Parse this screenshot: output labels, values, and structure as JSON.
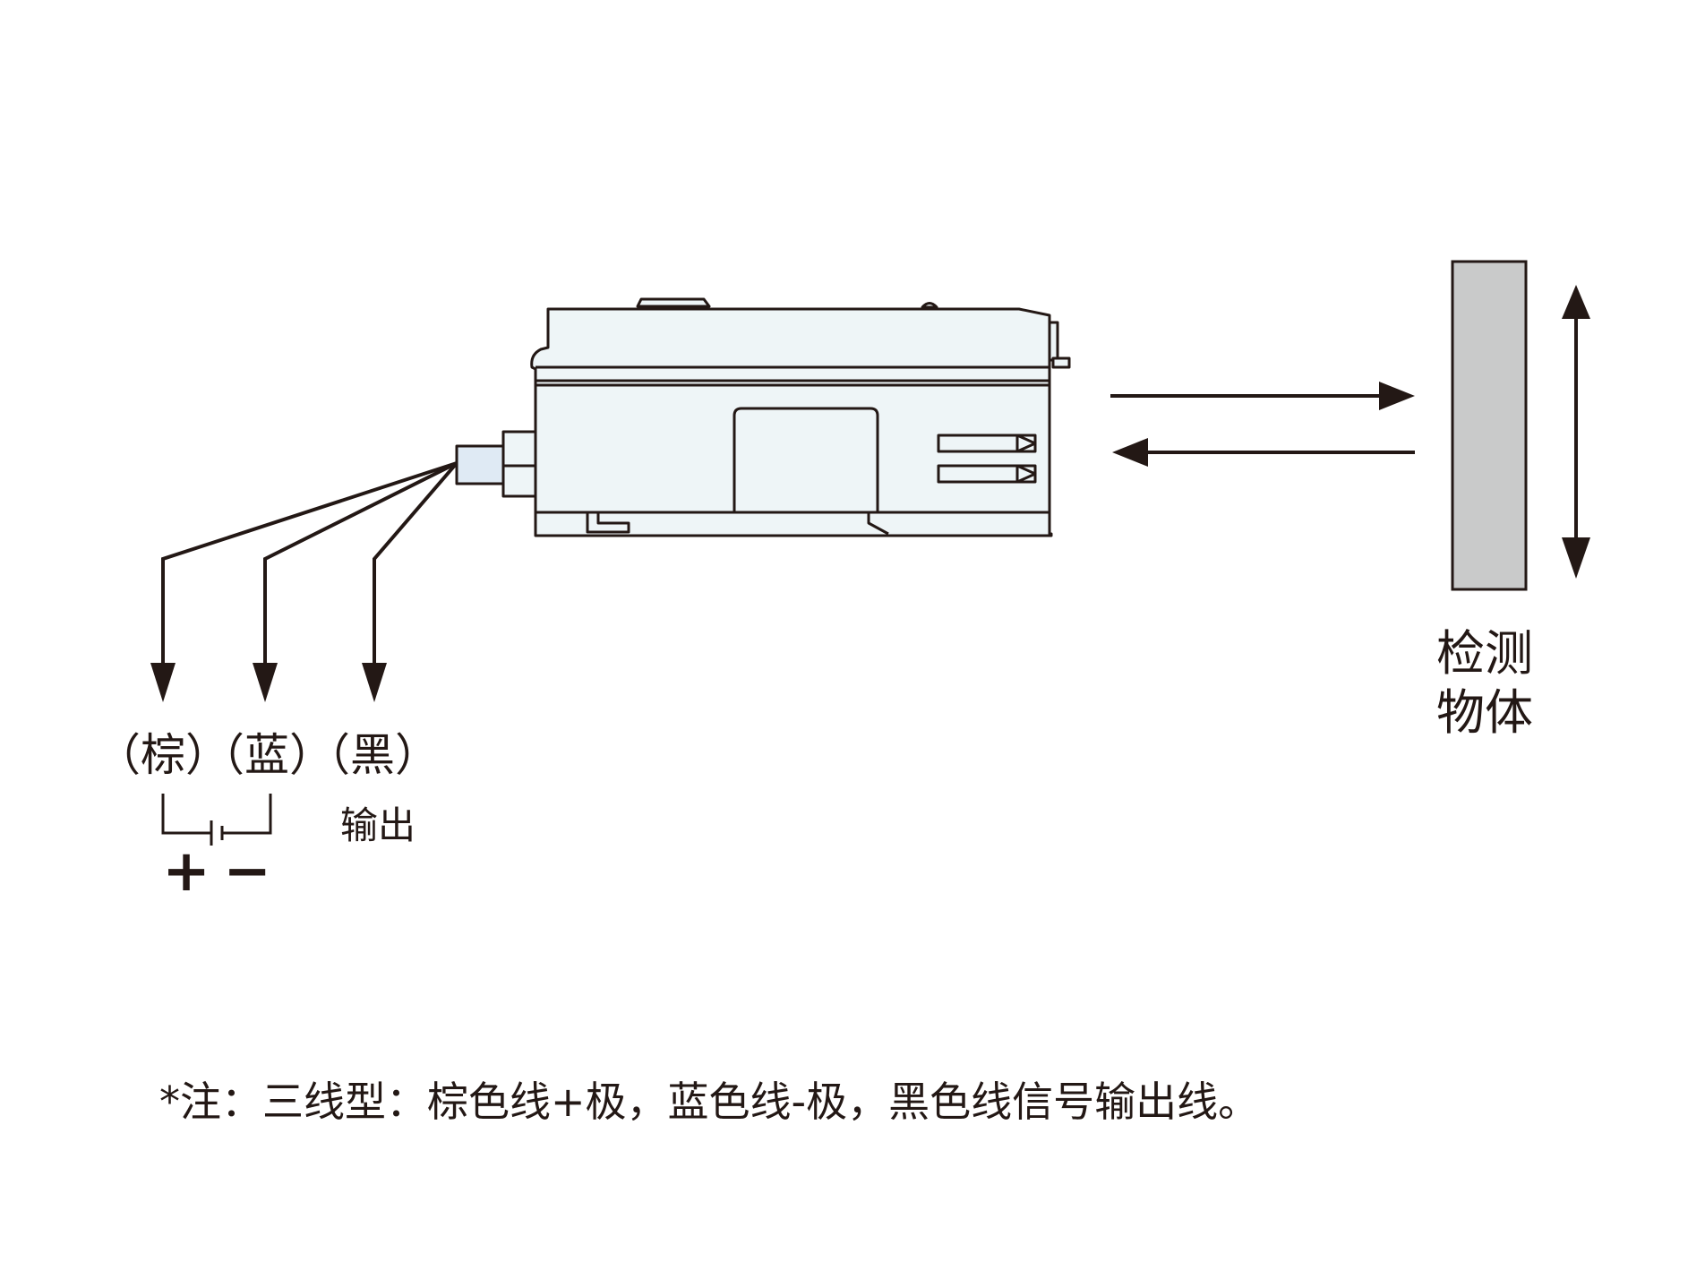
{
  "wires": [
    {
      "label": "（棕）"
    },
    {
      "label": "（蓝）"
    },
    {
      "label": "（黑）",
      "sublabel": "输出"
    }
  ],
  "polarity": {
    "plus": "+",
    "minus": "−"
  },
  "target": {
    "line1": "检测",
    "line2": "物体"
  },
  "note": "*注：三线型：棕色线+极，蓝色线-极，黑色线信号输出线。",
  "colors": {
    "line": "#231815",
    "sensor_fill": "#eef5f7",
    "cable_fill": "#dfeaf4",
    "target_fill": "#c9caca"
  }
}
